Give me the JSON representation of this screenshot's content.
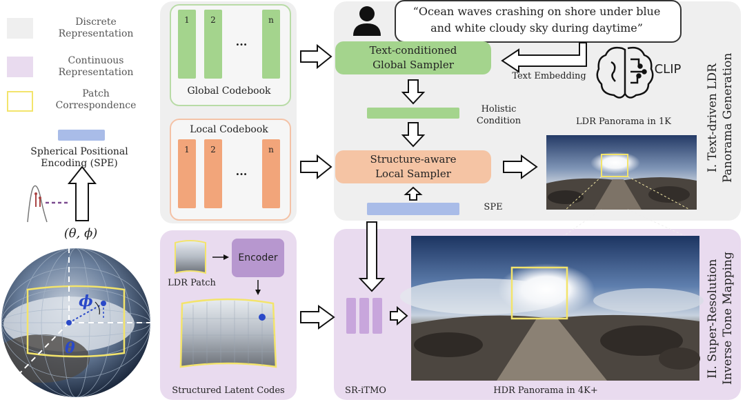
{
  "legend": {
    "discrete": "Discrete\nRepresentation",
    "continuous": "Continuous\nRepresentation",
    "patch": "Patch\nCorrespondence",
    "spe": "Spherical Positional\nEncoding (SPE)",
    "angles": "(θ, ϕ)",
    "phi": "ϕ",
    "theta": "θ"
  },
  "codebooks": {
    "global_label": "Global Codebook",
    "local_label": "Local Codebook",
    "entries": [
      "1",
      "2",
      "n"
    ],
    "ellipsis": "..."
  },
  "stage1": {
    "prompt": "“Ocean waves crashing on shore under blue\nand white cloudy sky during daytime”",
    "global_sampler": "Text-conditioned\nGlobal Sampler",
    "text_embedding": "Text Embedding",
    "clip": "CLIP",
    "holistic": "Holistic\nCondition",
    "local_sampler": "Structure-aware\nLocal Sampler",
    "spe": "SPE",
    "ldr_caption": "LDR Panorama in 1K",
    "title": "I. Text-driven LDR\nPanorama Generation"
  },
  "stage_latent": {
    "ldr_patch": "LDR Patch",
    "encoder": "Encoder",
    "latent_caption": "Structured Latent Codes"
  },
  "stage2": {
    "sritmo": "SR-iTMO",
    "hdr_caption": "HDR Panorama in 4K+",
    "title": "II. Super-Resolution\nInverse Tone Mapping"
  },
  "colors": {
    "green": "#a4d48d",
    "orange": "#f2a57a",
    "purple": "#c8a6dc",
    "panel_gray": "#efefef",
    "panel_purple": "#e9dbef",
    "blue_bar": "#a9bce8",
    "yellow": "#f3e46b"
  }
}
